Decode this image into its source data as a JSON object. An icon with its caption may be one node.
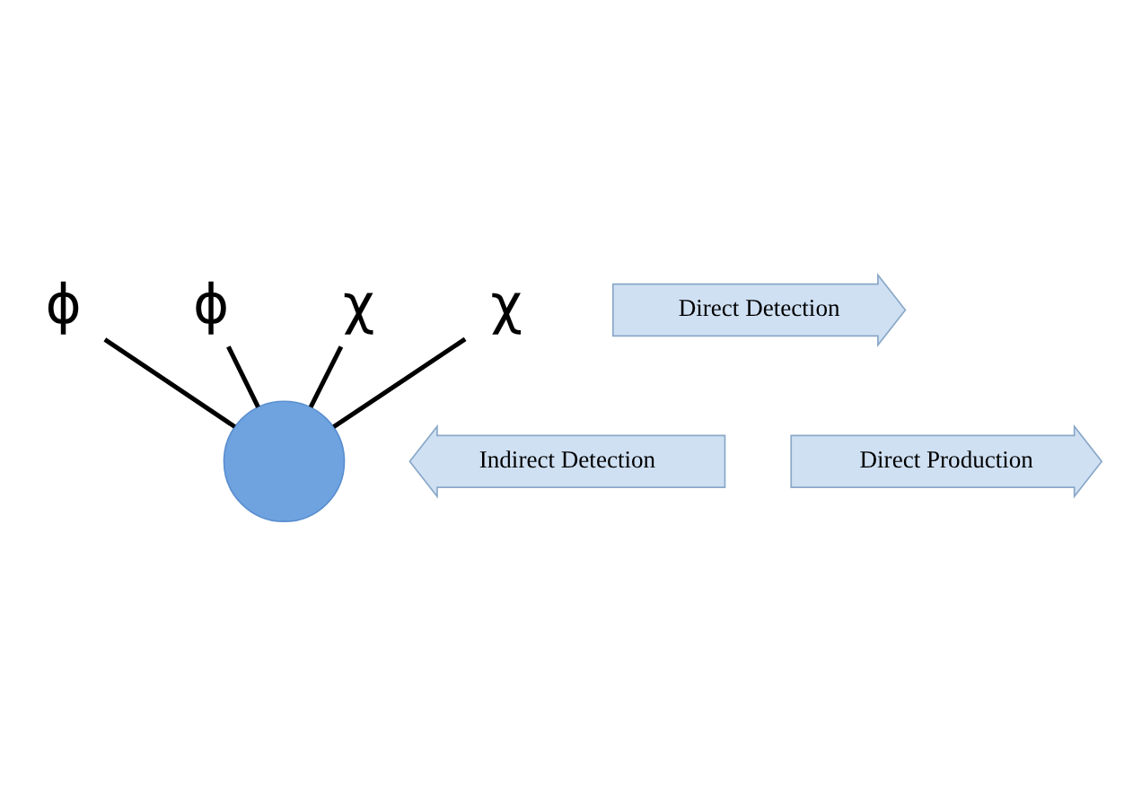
{
  "diagram": {
    "nodes": [
      {
        "text": [
          "ϕ"
        ]
      },
      {
        "text": [
          "ϕ"
        ]
      },
      {
        "text": [],
        "shape": "circle"
      },
      {
        "text": [
          "χ"
        ]
      },
      {
        "text": [
          "χ"
        ]
      },
      {
        "text": [
          "Indirect Detection"
        ]
      },
      {
        "text": [
          "Direct Production"
        ]
      },
      {
        "text": [
          "Direct Detection"
        ]
      }
    ],
    "edges": [
      {
        "from": 0,
        "to": 2,
        "arrow": "none"
      },
      {
        "from": 1,
        "to": 2,
        "arrow": "none"
      },
      {
        "from": 3,
        "to": 2,
        "arrow": "none"
      },
      {
        "from": 4,
        "to": 2,
        "arrow": "none"
      }
    ]
  }
}
